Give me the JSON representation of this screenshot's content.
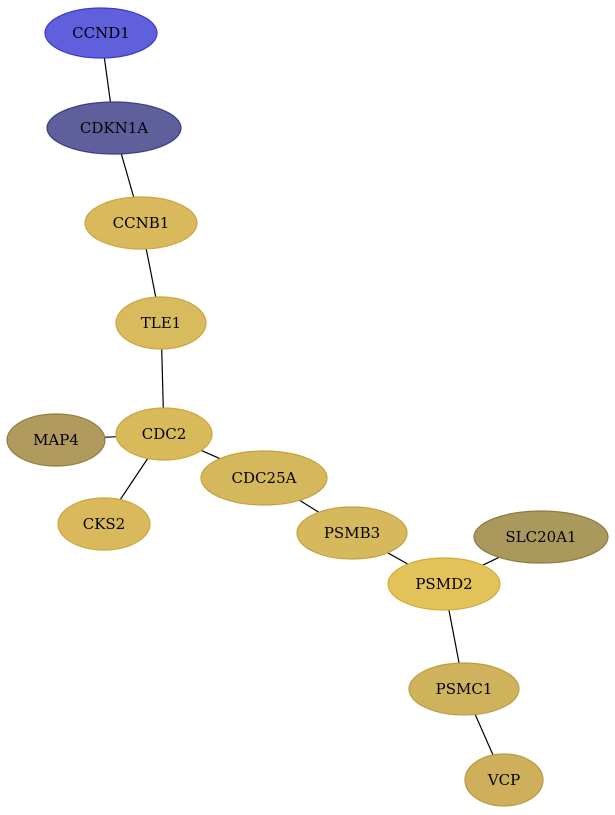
{
  "nodes": [
    {
      "id": "CCND1",
      "label": "CCND1",
      "fill": "#6060dd",
      "stroke": "#3a3acc"
    },
    {
      "id": "CDKN1A",
      "label": "CDKN1A",
      "fill": "#5f5f9b",
      "stroke": "#3b3b8a"
    },
    {
      "id": "CCNB1",
      "label": "CCNB1",
      "fill": "#d9b95c",
      "stroke": "#c8a640"
    },
    {
      "id": "TLE1",
      "label": "TLE1",
      "fill": "#d8bb5c",
      "stroke": "#c8a640"
    },
    {
      "id": "CDC2",
      "label": "CDC2",
      "fill": "#d9ba5b",
      "stroke": "#c8a640"
    },
    {
      "id": "MAP4",
      "label": "MAP4",
      "fill": "#b09a5e",
      "stroke": "#8f7c40"
    },
    {
      "id": "CKS2",
      "label": "CKS2",
      "fill": "#dab95c",
      "stroke": "#c8a640"
    },
    {
      "id": "CDC25A",
      "label": "CDC25A",
      "fill": "#d5b75c",
      "stroke": "#c3a240"
    },
    {
      "id": "PSMB3",
      "label": "PSMB3",
      "fill": "#d6b85d",
      "stroke": "#c3a240"
    },
    {
      "id": "SLC20A1",
      "label": "SLC20A1",
      "fill": "#aa985c",
      "stroke": "#8d7b3f"
    },
    {
      "id": "PSMD2",
      "label": "PSMD2",
      "fill": "#e3c25a",
      "stroke": "#d0ab3b"
    },
    {
      "id": "PSMC1",
      "label": "PSMC1",
      "fill": "#cfb25c",
      "stroke": "#bb9e40"
    },
    {
      "id": "VCP",
      "label": "VCP",
      "fill": "#cdaf5c",
      "stroke": "#b99b40"
    }
  ],
  "edges": [
    [
      "CCND1",
      "CDKN1A"
    ],
    [
      "CDKN1A",
      "CCNB1"
    ],
    [
      "CCNB1",
      "TLE1"
    ],
    [
      "TLE1",
      "CDC2"
    ],
    [
      "CDC2",
      "MAP4"
    ],
    [
      "CDC2",
      "CKS2"
    ],
    [
      "CDC2",
      "CDC25A"
    ],
    [
      "CDC25A",
      "PSMB3"
    ],
    [
      "PSMB3",
      "PSMD2"
    ],
    [
      "PSMD2",
      "SLC20A1"
    ],
    [
      "PSMD2",
      "PSMC1"
    ],
    [
      "PSMC1",
      "VCP"
    ]
  ]
}
